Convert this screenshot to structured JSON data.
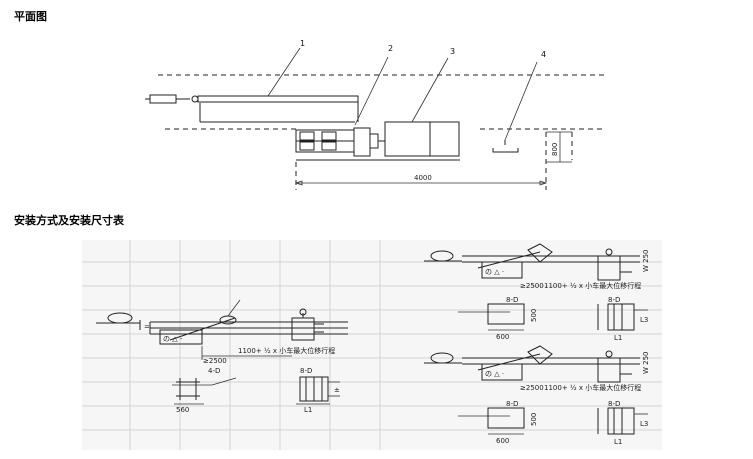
{
  "headings": {
    "plan": "平面图",
    "install": "安装方式及安装尺寸表"
  },
  "plan": {
    "callouts": [
      "1",
      "2",
      "3",
      "4"
    ],
    "dim_length": "4000",
    "dim_width": "800"
  },
  "install": {
    "left": {
      "dim_min": "≥2500",
      "travel_note": "1100+ ½ x 小车最大位移行程",
      "bolt_a": "4-D",
      "bolt_b": "8-D",
      "dim_base": "560",
      "dim_l1": "L1"
    },
    "right_top": {
      "side_w": "W 250",
      "dim_min": "≥2500",
      "travel_note": "1100+ ½ x 小车最大位移行程",
      "bolt_a": "8-D",
      "bolt_b": "8-D",
      "dim_h": "500",
      "dim_base": "600",
      "dim_l1": "L1"
    },
    "right_bottom": {
      "side_w": "W 250",
      "dim_min": "≥2500",
      "travel_note": "1100+ ½ x 小车最大位移行程",
      "bolt_a": "8-D",
      "bolt_b": "8-D",
      "dim_h": "500",
      "dim_base": "600",
      "dim_l1": "L1"
    }
  }
}
